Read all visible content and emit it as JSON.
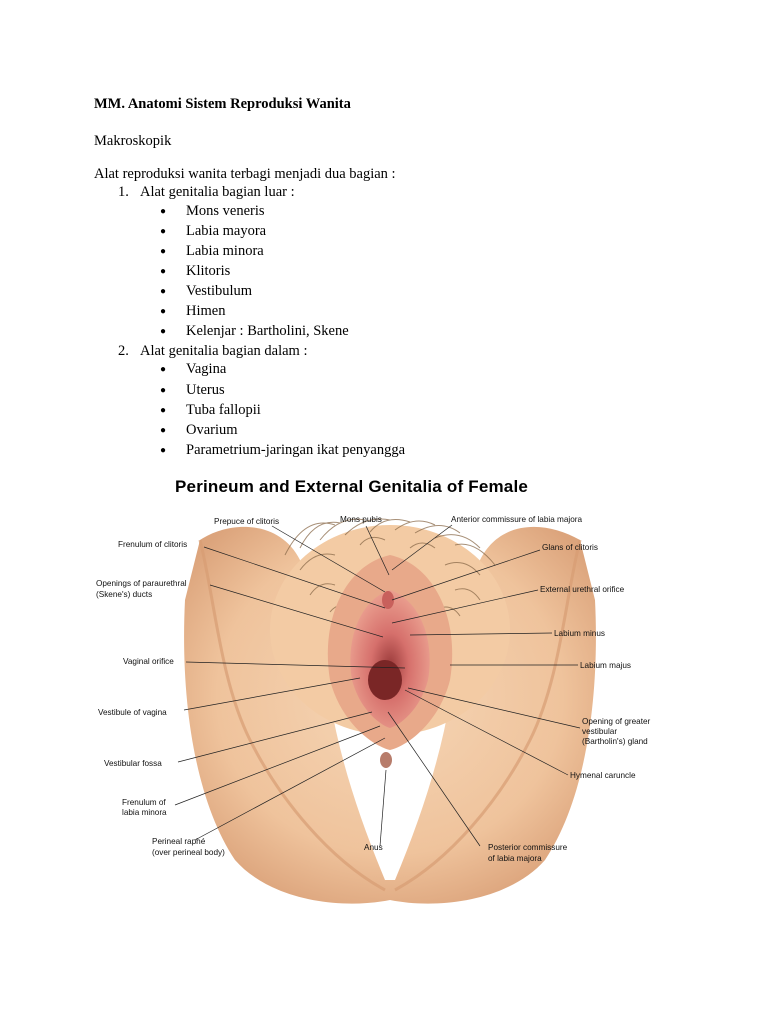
{
  "document": {
    "title": "MM. Anatomi Sistem Reproduksi Wanita",
    "subtitle": "Makroskopik",
    "intro": "Alat reproduksi wanita terbagi menjadi dua bagian :",
    "sections": [
      {
        "number": "1.",
        "heading": "Alat genitalia bagian luar :",
        "items": [
          "Mons veneris",
          "Labia mayora",
          "Labia minora",
          "Klitoris",
          "Vestibulum",
          "Himen",
          "Kelenjar : Bartholini, Skene"
        ]
      },
      {
        "number": "2.",
        "heading": "Alat genitalia bagian dalam :",
        "items": [
          "Vagina",
          "Uterus",
          "Tuba fallopii",
          "Ovarium",
          "Parametrium-jaringan ikat penyangga"
        ]
      }
    ]
  },
  "figure": {
    "title": "Perineum and External Genitalia of Female",
    "labels": {
      "prepuce": "Prepuce of clitoris",
      "mons": "Mons pubis",
      "anterior_commissure": "Anterior commissure of labia majora",
      "frenulum_clitoris": "Frenulum of clitoris",
      "glans": "Glans of clitoris",
      "paraurethral_1": "Openings of paraurethral",
      "paraurethral_2": "(Skene's) ducts",
      "urethral": "External urethral orifice",
      "labium_minus": "Labium minus",
      "vaginal_orifice": "Vaginal orifice",
      "labium_majus": "Labium majus",
      "vestibule": "Vestibule of vagina",
      "greater_vestibular_1": "Opening of greater",
      "greater_vestibular_2": "vestibular",
      "greater_vestibular_3": "(Bartholin's) gland",
      "vestibular_fossa": "Vestibular fossa",
      "hymenal": "Hymenal caruncle",
      "frenulum_labia_1": "Frenulum of",
      "frenulum_labia_2": "labia minora",
      "perineal_1": "Perineal raphé",
      "perineal_2": "(over perineal body)",
      "anus": "Anus",
      "posterior_1": "Posterior commissure",
      "posterior_2": "of labia majora"
    },
    "colors": {
      "skin": "#f2c9a2",
      "skin_shadow": "#d9a07a",
      "mucosa": "#d9736f",
      "hair": "#8a6a4a"
    }
  }
}
